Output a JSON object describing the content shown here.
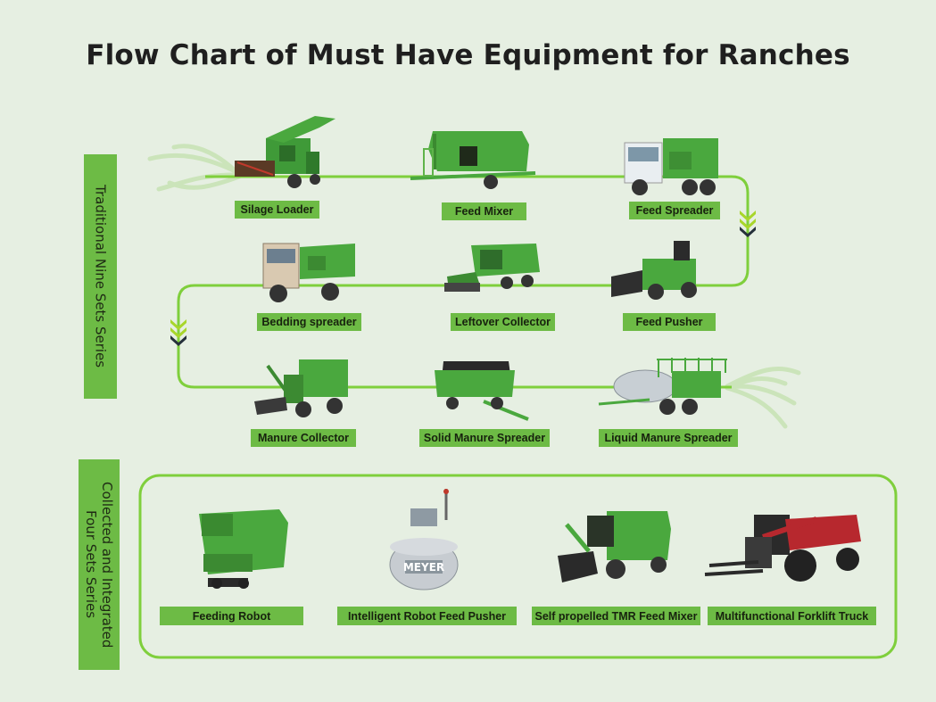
{
  "title": "Flow Chart of Must Have Equipment for Ranches",
  "series": {
    "traditional": "Traditional Nine Sets Series",
    "collected": "Collected and Integrated\nFour Sets Series"
  },
  "traditional_items": [
    {
      "label": "Silage Loader",
      "icon": "silage-loader-icon"
    },
    {
      "label": "Feed Mixer",
      "icon": "feed-mixer-icon"
    },
    {
      "label": "Feed Spreader",
      "icon": "feed-spreader-truck-icon"
    },
    {
      "label": "Bedding spreader",
      "icon": "bedding-spreader-truck-icon"
    },
    {
      "label": "Leftover Collector",
      "icon": "leftover-collector-icon"
    },
    {
      "label": "Feed Pusher",
      "icon": "feed-pusher-icon"
    },
    {
      "label": "Manure Collector",
      "icon": "manure-collector-icon"
    },
    {
      "label": "Solid Manure Spreader",
      "icon": "solid-manure-spreader-icon"
    },
    {
      "label": "Liquid Manure Spreader",
      "icon": "liquid-manure-spreader-icon"
    }
  ],
  "collected_items": [
    {
      "label": "Feeding Robot",
      "icon": "feeding-robot-icon"
    },
    {
      "label": "Intelligent Robot Feed Pusher",
      "icon": "robot-feed-pusher-icon"
    },
    {
      "label": "Self propelled TMR Feed Mixer",
      "icon": "tmr-feed-mixer-icon"
    },
    {
      "label": "Multifunctional Forklift Truck",
      "icon": "forklift-truck-icon"
    }
  ],
  "colors": {
    "accent": "#6dbb45",
    "line": "#7fcf3c",
    "background": "#e6efe2",
    "chevron_dark": "#25303a",
    "chevron_light": "#a8d62a"
  },
  "robot_logo_text": "MEYER"
}
